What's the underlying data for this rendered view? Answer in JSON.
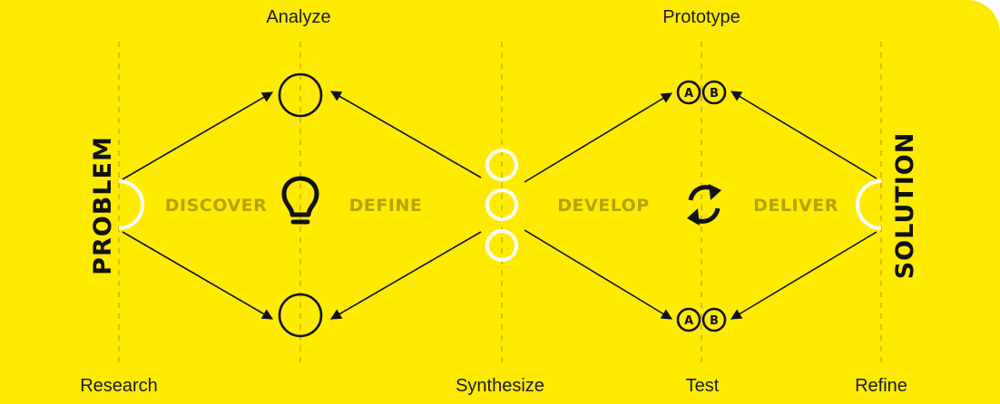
{
  "top_labels": {
    "analyze": "Analyze",
    "prototype": "Prototype"
  },
  "bottom_labels": {
    "research": "Research",
    "synthesize": "Synthesize",
    "test": "Test",
    "refine": "Refine"
  },
  "phases": {
    "discover": "DISCOVER",
    "define": "DEFINE",
    "develop": "DEVELOP",
    "deliver": "DELIVER"
  },
  "sides": {
    "problem": "PROBLEM",
    "solution": "SOLUTION"
  },
  "variants": {
    "a": "A",
    "b": "B"
  },
  "colors": {
    "background": "#FFEB00",
    "ink": "#111111",
    "phase_text": "#b3a300",
    "ring_highlight": "#ffffff",
    "guide_line": "#b9a900"
  },
  "icons": [
    "lightbulb-icon",
    "refresh-icon"
  ]
}
